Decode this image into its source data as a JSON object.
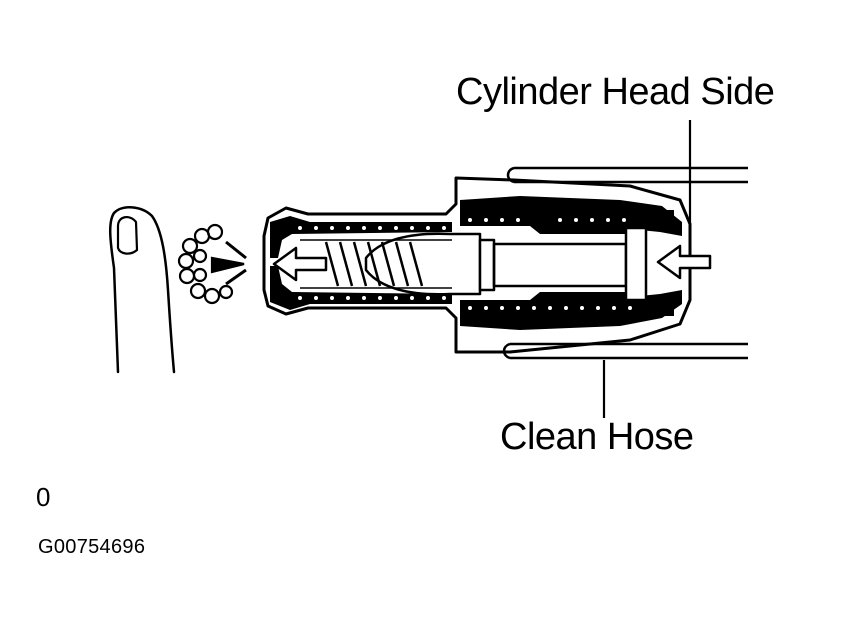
{
  "labels": {
    "cylinder_head_side": "Cylinder Head Side",
    "clean_hose": "Clean Hose"
  },
  "figure": {
    "marker": "0",
    "code": "G00754696"
  },
  "icons": [
    "finger-icon",
    "air-puff-icon",
    "outflow-arrow-icon",
    "inflow-arrow-icon"
  ],
  "colors": {
    "ink": "#000000",
    "paper": "#ffffff"
  }
}
